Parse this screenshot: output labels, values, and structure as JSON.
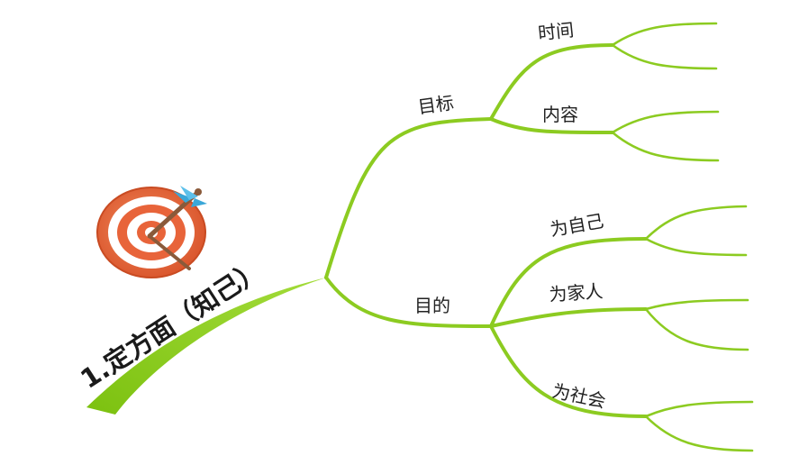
{
  "root": {
    "label": "1.定方面（知己）"
  },
  "branches": [
    {
      "label": "目标",
      "children": [
        {
          "label": "时间"
        },
        {
          "label": "内容"
        }
      ]
    },
    {
      "label": "目的",
      "children": [
        {
          "label": "为自己"
        },
        {
          "label": "为家人"
        },
        {
          "label": "为社会"
        }
      ]
    }
  ],
  "icon": {
    "name": "target-with-arrow-icon"
  },
  "colors": {
    "branch": "#8ccb21",
    "target_ring": "#e8643a",
    "arrow_fletching": "#3aa7d8",
    "arrow_shaft": "#8a5a3a"
  }
}
